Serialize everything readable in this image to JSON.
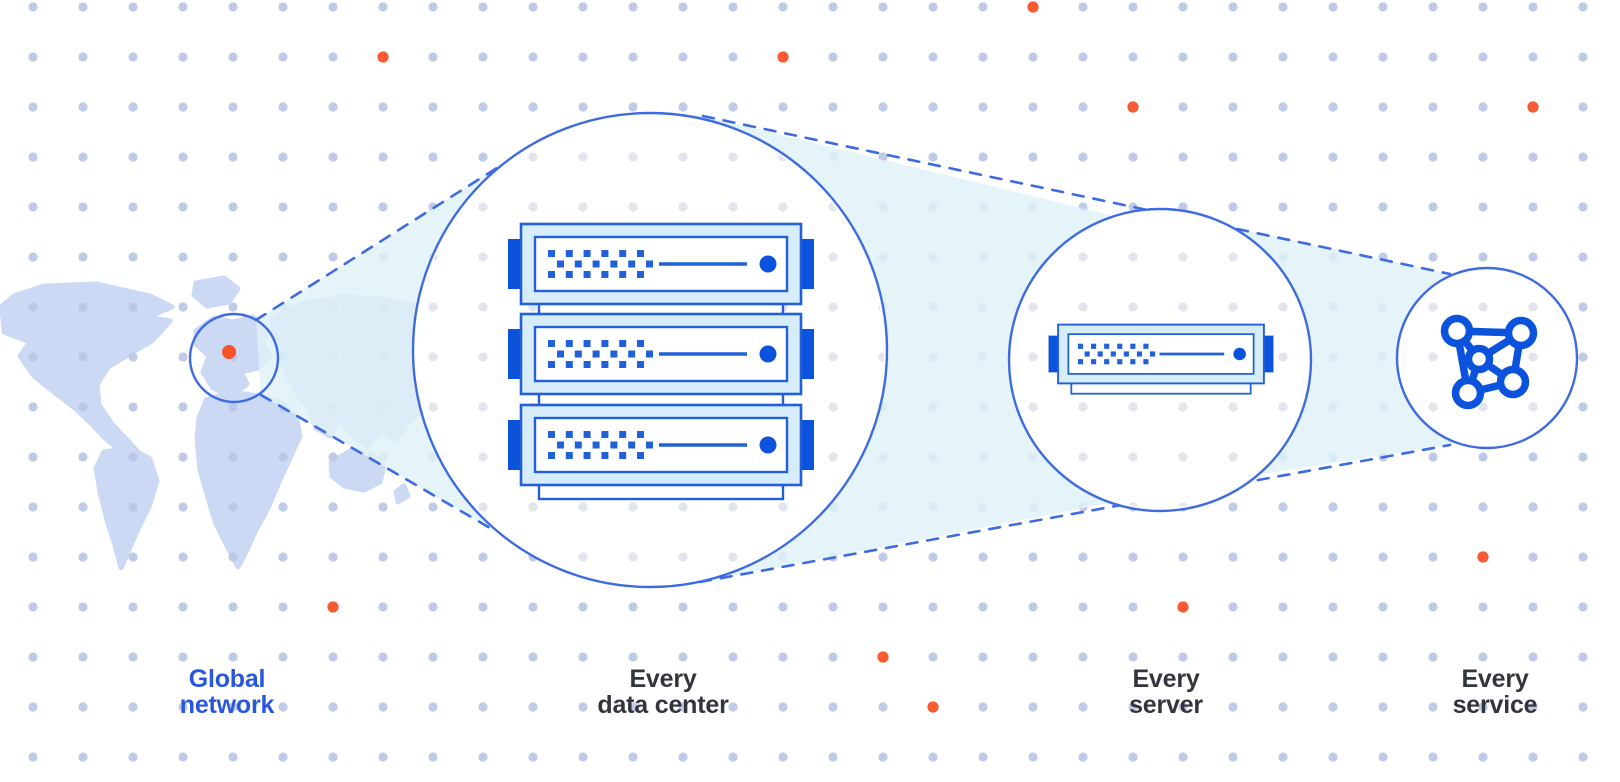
{
  "diagram_title": "global-network-zoom-diagram",
  "labels": {
    "global_network": {
      "line1": "Global",
      "line2": "network"
    },
    "data_center": {
      "line1": "Every",
      "line2": "data center"
    },
    "server": {
      "line1": "Every",
      "line2": "server"
    },
    "service": {
      "line1": "Every",
      "line2": "service"
    }
  },
  "icons": {
    "map": "world-map",
    "highlight": "map-highlight-circle",
    "data_center": "server-rack-icon",
    "server": "server-icon",
    "service": "network-graph-icon"
  },
  "colors": {
    "background": "#ffffff",
    "accent_blue": "#0b53dc",
    "stroke_blue": "#3e6ce0",
    "line_blue": "#2160d8",
    "label_blue": "#2857dd",
    "label_dark": "#32363c",
    "dot_gray_blue": "#bcc8e6",
    "dot_gray_inner": "#e2e5ec",
    "dot_orange": "#f85326",
    "map_fill": "#cbd9f4",
    "beam_fill": "#dff1f8",
    "server_band": "#d6edf9",
    "white": "#ffffff"
  }
}
